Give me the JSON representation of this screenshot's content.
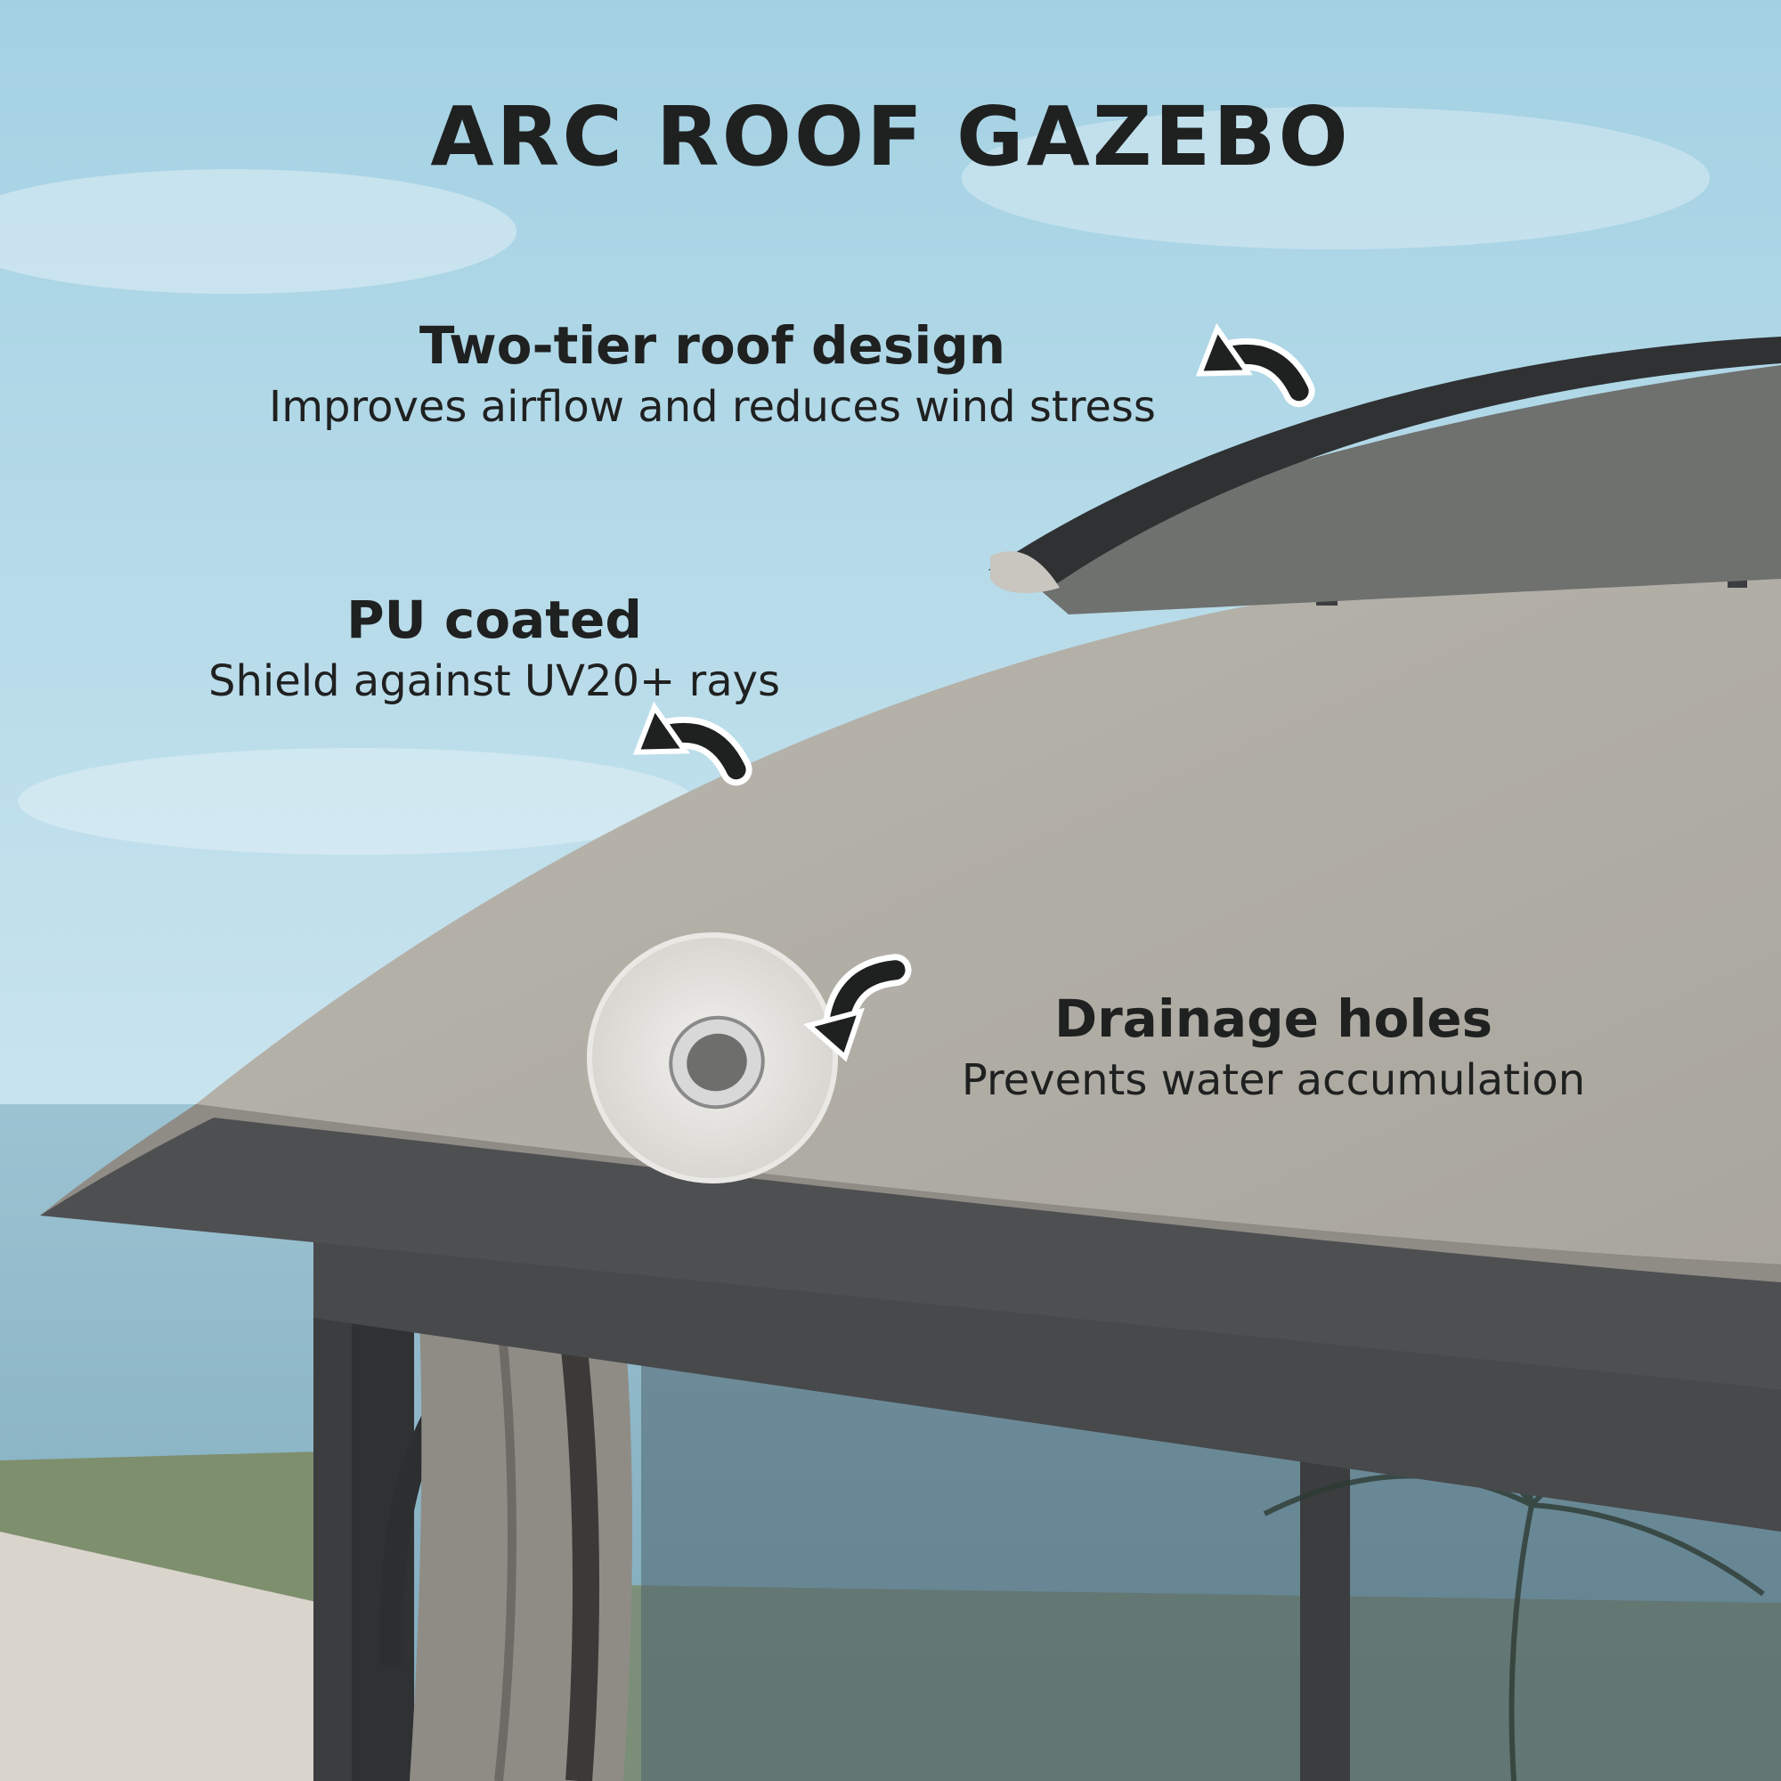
{
  "title": "ARC ROOF GAZEBO",
  "features": [
    {
      "heading": "Two-tier roof design",
      "description": "Improves airflow and reduces wind stress"
    },
    {
      "heading": "PU coated",
      "description": "Shield against UV20+ rays"
    },
    {
      "heading": "Drainage holes",
      "description": "Prevents water accumulation"
    }
  ],
  "icons": {
    "arrows": [
      "curved-arrow-icon",
      "curved-arrow-icon",
      "curved-arrow-icon"
    ],
    "inset": "drainage-hole-grommet-icon"
  },
  "colors": {
    "sky_top": "#a9d4e4",
    "sky_bottom": "#cfe6ef",
    "sea": "#88b4c6",
    "canopy": "#aeaba3",
    "canopy_band": "#4e4f51",
    "frame": "#3b3d3f",
    "text": "#1f2020"
  }
}
